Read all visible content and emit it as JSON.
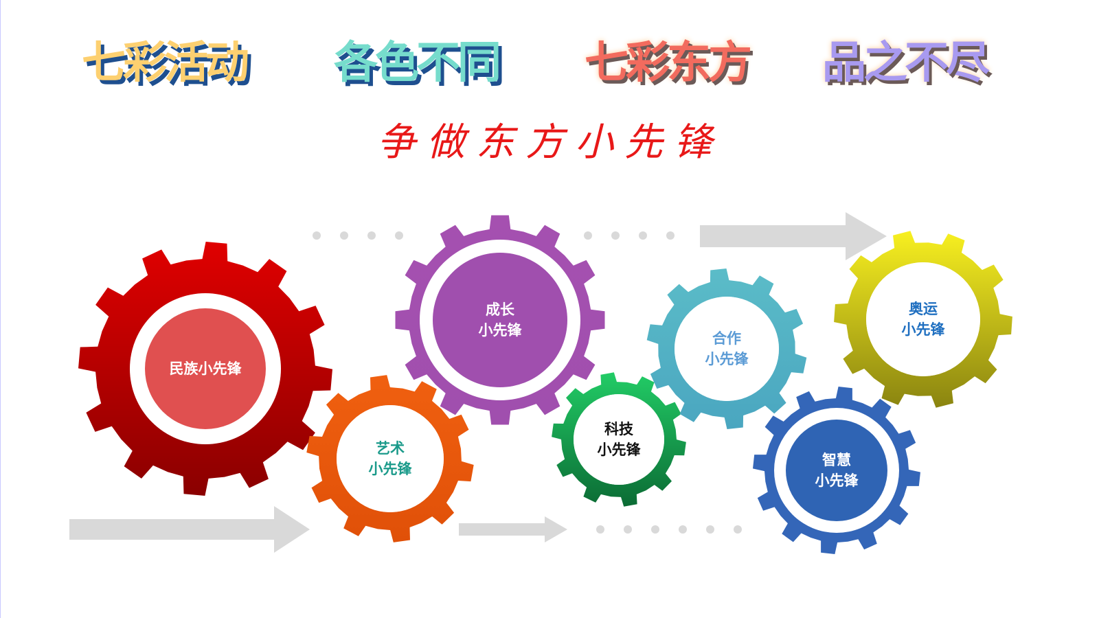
{
  "titles": [
    "七彩活动",
    "各色不同",
    "七彩东方",
    "品之不尽"
  ],
  "subtitle": "争做东方小先锋",
  "gears": [
    {
      "id": "minzu",
      "lines": [
        "民族小先锋"
      ],
      "color_top": "#e00000",
      "color_bottom": "#8a0000",
      "inner": "#e05050",
      "text": "#ffffff"
    },
    {
      "id": "yishu",
      "lines": [
        "艺术",
        "小先锋"
      ],
      "color_top": "#f06010",
      "color_bottom": "#e05008",
      "inner": "#ffffff",
      "text": "#1a9a8a"
    },
    {
      "id": "chengzhang",
      "lines": [
        "成长",
        "小先锋"
      ],
      "color_top": "#a550b0",
      "color_bottom": "#a04fae",
      "inner": "#a04fae",
      "text": "#ffffff"
    },
    {
      "id": "keji",
      "lines": [
        "科技",
        "小先锋"
      ],
      "color_top": "#22cc66",
      "color_bottom": "#0b6b34",
      "inner": "#ffffff",
      "text": "#111111"
    },
    {
      "id": "hezuo",
      "lines": [
        "合作",
        "小先锋"
      ],
      "color_top": "#5bbcc8",
      "color_bottom": "#4aa6c0",
      "inner": "#ffffff",
      "text": "#5b9bd5"
    },
    {
      "id": "aoyun",
      "lines": [
        "奥运",
        "小先锋"
      ],
      "color_top": "#f8f020",
      "color_bottom": "#8a8410",
      "inner": "#ffffff",
      "text": "#1f6fc0"
    },
    {
      "id": "zhihui",
      "lines": [
        "智慧",
        "小先锋"
      ],
      "color_top": "#3466b8",
      "color_bottom": "#3466b8",
      "inner": "#2f64b4",
      "text": "#ffffff"
    }
  ]
}
